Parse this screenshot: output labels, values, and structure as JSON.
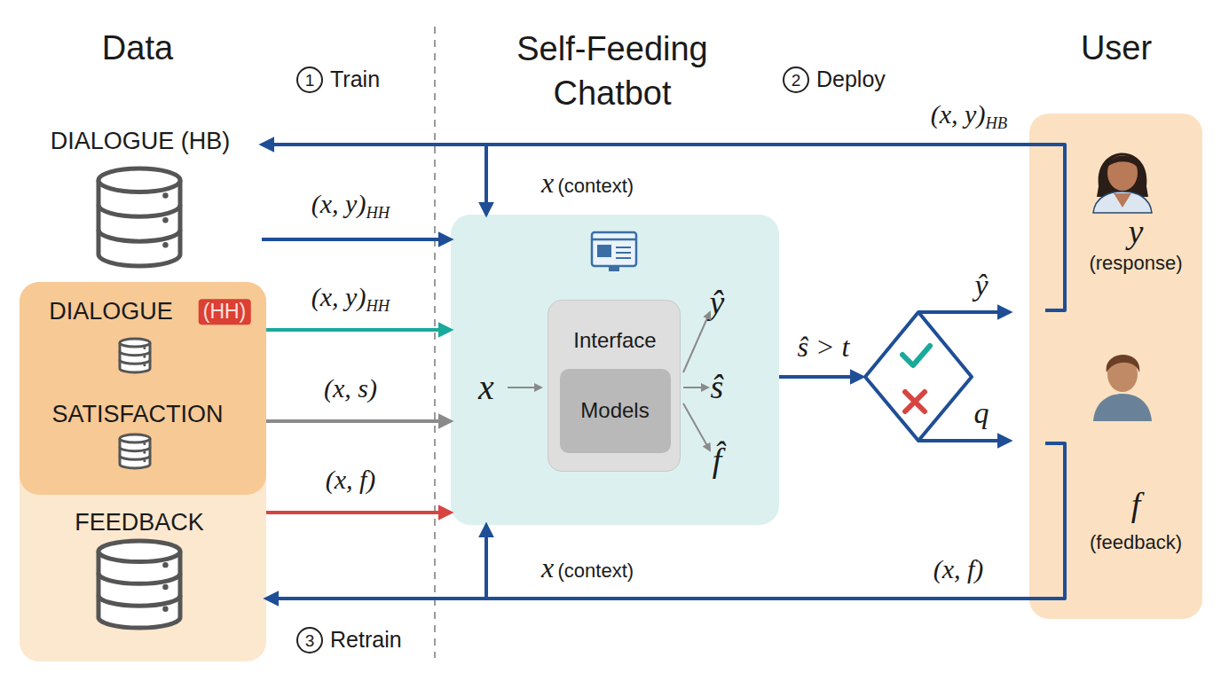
{
  "diagram": {
    "nodes": [
      {
        "text": [
          "DIALOGUE (HB)"
        ]
      },
      {
        "text": [
          "DIALOGUE",
          "(HH)"
        ]
      },
      {
        "text": [
          "SATISFACTION"
        ]
      },
      {
        "text": [
          "FEEDBACK"
        ]
      },
      {
        "text": [
          "x",
          "ŷ",
          "ŝ",
          "f̂"
        ]
      },
      {
        "text": [
          "Interface"
        ],
        "in": 4
      },
      {
        "text": [
          "Models"
        ],
        "in": 5
      },
      {
        "text": [
          "y",
          "(response)",
          "f",
          "(feedback)"
        ]
      }
    ],
    "edges": [
      {
        "from": 0,
        "to": 4,
        "label": "(x, y)HH",
        "arrow": "to"
      },
      {
        "from": 1,
        "to": 4,
        "label": "(x, y)HH",
        "arrow": "to"
      },
      {
        "from": 2,
        "to": 4,
        "label": "(x, s)",
        "arrow": "to"
      },
      {
        "from": 3,
        "to": 4,
        "label": "(x, f)",
        "arrow": "to"
      },
      {
        "from": 7,
        "to": 0,
        "label": "(x, y)HB",
        "arrow": "to"
      },
      {
        "from": 7,
        "to": 4,
        "label": "x (context)",
        "arrow": "to"
      },
      {
        "from": 7,
        "to": 3,
        "label": "(x, f)",
        "arrow": "to"
      },
      {
        "from": 7,
        "to": 4,
        "label": "x (context)",
        "arrow": "to"
      }
    ],
    "labels": [
      "Data",
      "Self-Feeding Chatbot",
      "User",
      "1",
      "Train",
      "2",
      "Deploy",
      "3",
      "Retrain",
      "ŝ > t",
      "ŷ",
      "q"
    ]
  }
}
